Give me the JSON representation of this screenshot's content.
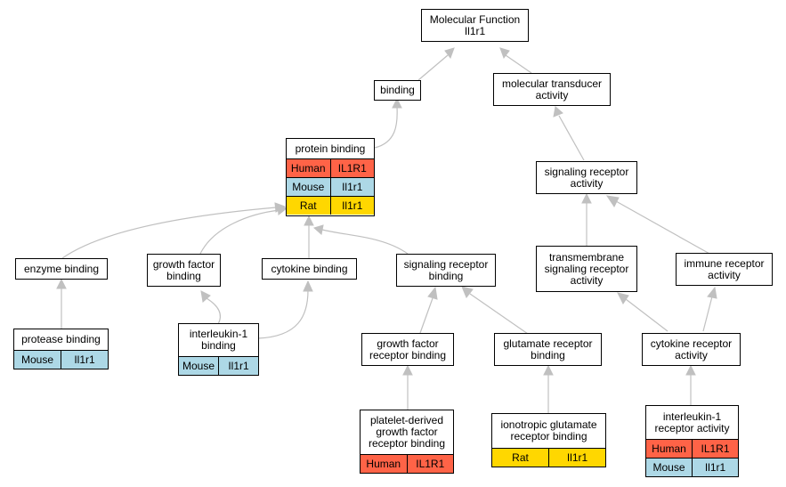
{
  "colors": {
    "human": "#ff6347",
    "mouse": "#add8e6",
    "rat": "#ffd700",
    "edge": "#c0c0c0"
  },
  "nodes": {
    "root": {
      "line1": "Molecular Function",
      "line2": "Il1r1"
    },
    "binding": {
      "line1": "binding"
    },
    "mol_transducer": {
      "line1": "molecular transducer",
      "line2": "activity"
    },
    "protein_binding": {
      "line1": "protein binding",
      "rows": [
        {
          "species": "Human",
          "gene": "IL1R1"
        },
        {
          "species": "Mouse",
          "gene": "Il1r1"
        },
        {
          "species": "Rat",
          "gene": "Il1r1"
        }
      ]
    },
    "sig_rec_activity": {
      "line1": "signaling receptor",
      "line2": "activity"
    },
    "transmembrane": {
      "line1": "transmembrane",
      "line2": "signaling receptor",
      "line3": "activity"
    },
    "immune_receptor": {
      "line1": "immune receptor",
      "line2": "activity"
    },
    "enzyme_binding": {
      "line1": "enzyme binding"
    },
    "growth_factor_binding": {
      "line1": "growth factor",
      "line2": "binding"
    },
    "cytokine_binding": {
      "line1": "cytokine binding"
    },
    "sig_rec_binding": {
      "line1": "signaling receptor",
      "line2": "binding"
    },
    "protease_binding": {
      "line1": "protease binding",
      "rows": [
        {
          "species": "Mouse",
          "gene": "Il1r1"
        }
      ]
    },
    "il1_binding": {
      "line1": "interleukin-1",
      "line2": "binding",
      "rows": [
        {
          "species": "Mouse",
          "gene": "Il1r1"
        }
      ]
    },
    "gf_receptor_binding": {
      "line1": "growth factor",
      "line2": "receptor binding"
    },
    "glutamate_receptor_binding": {
      "line1": "glutamate receptor",
      "line2": "binding"
    },
    "cytokine_receptor_activity": {
      "line1": "cytokine receptor",
      "line2": "activity"
    },
    "pdgf_binding": {
      "line1": "platelet-derived",
      "line2": "growth factor",
      "line3": "receptor binding",
      "rows": [
        {
          "species": "Human",
          "gene": "IL1R1"
        }
      ]
    },
    "ionotropic": {
      "line1": "ionotropic glutamate",
      "line2": "receptor binding",
      "rows": [
        {
          "species": "Rat",
          "gene": "Il1r1"
        }
      ]
    },
    "il1_receptor_activity": {
      "line1": "interleukin-1",
      "line2": "receptor activity",
      "rows": [
        {
          "species": "Human",
          "gene": "IL1R1"
        },
        {
          "species": "Mouse",
          "gene": "Il1r1"
        }
      ]
    }
  }
}
